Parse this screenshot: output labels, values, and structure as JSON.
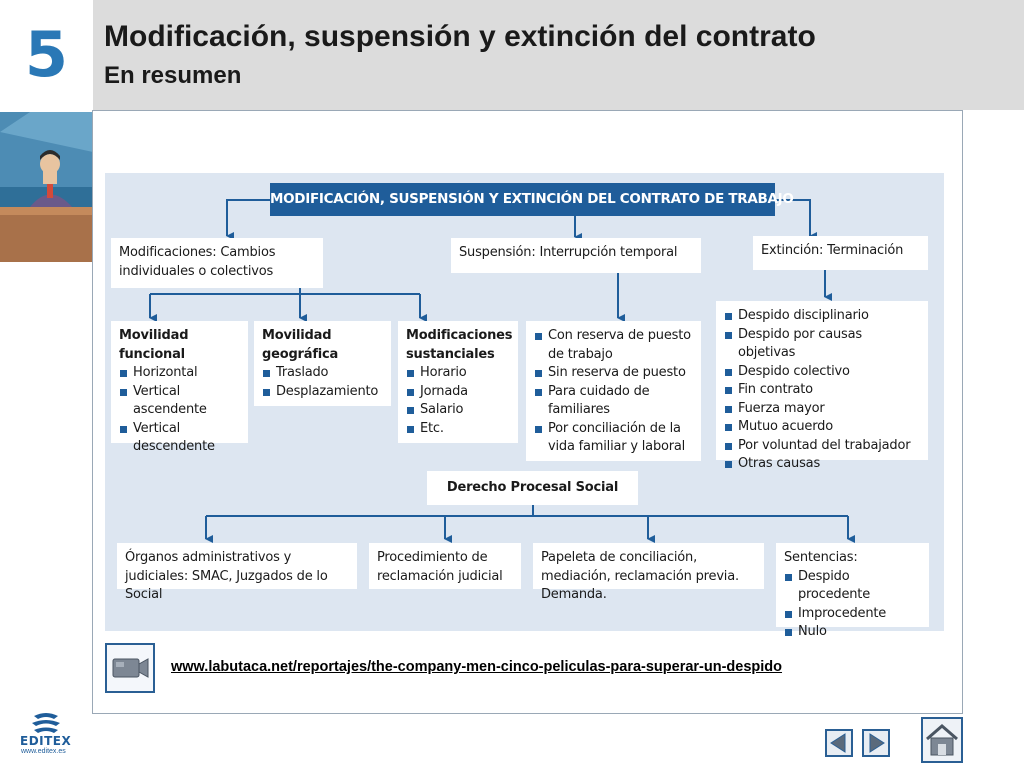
{
  "header": {
    "chapter": "5",
    "title": "Modificación, suspensión y extinción del contrato",
    "subtitle": "En resumen"
  },
  "diagram": {
    "top_title": "MODIFICACIÓN, SUSPENSIÓN Y EXTINCIÓN DEL CONTRATO DE TRABAJO",
    "modificaciones": "Modificaciones: Cambios individuales o colectivos",
    "suspension": "Suspensión: Interrupción temporal",
    "extincion": "Extinción: Terminación",
    "movilidad_funcional": {
      "title": "Movilidad funcional",
      "items": [
        "Horizontal",
        "Vertical ascendente",
        "Vertical descendente"
      ]
    },
    "movilidad_geografica": {
      "title": "Movilidad geográfica",
      "items": [
        "Traslado",
        "Desplazamiento"
      ]
    },
    "modificaciones_sustanciales": {
      "title": "Modificaciones sustanciales",
      "items": [
        "Horario",
        "Jornada",
        "Salario",
        "Etc."
      ]
    },
    "suspension_items": [
      "Con reserva de puesto de trabajo",
      "Sin reserva de puesto",
      "Para cuidado de familiares",
      "Por conciliación de la vida familiar y laboral"
    ],
    "extincion_items": [
      "Despido disciplinario",
      "Despido por causas objetivas",
      "Despido colectivo",
      "Fin contrato",
      "Fuerza mayor",
      "Mutuo acuerdo",
      "Por voluntad del trabajador",
      "Otras causas"
    ],
    "derecho_procesal": "Derecho Procesal Social",
    "organos": "Órganos administrativos y judiciales: SMAC, Juzgados de lo Social",
    "procedimiento": "Procedimiento de reclamación judicial",
    "papeleta": "Papeleta de conciliación, mediación, reclamación previa. Demanda.",
    "sentencias": {
      "title": "Sentencias:",
      "items": [
        "Despido procedente",
        "Improcedente",
        "Nulo"
      ]
    }
  },
  "footer": {
    "link": "www.labutaca.net/reportajes/the-company-men-cinco-peliculas-para-superar-un-despido",
    "logo_text": "EDITEX",
    "logo_url": "www.editex.es",
    "icons": [
      "video-camera-icon",
      "previous-arrow-icon",
      "next-arrow-icon",
      "home-icon"
    ]
  },
  "colors": {
    "accent": "#1f5d9a",
    "chapter": "#2a78b6",
    "header_bg": "#dcdcdc",
    "diagram_bg": "#dde6f1"
  }
}
